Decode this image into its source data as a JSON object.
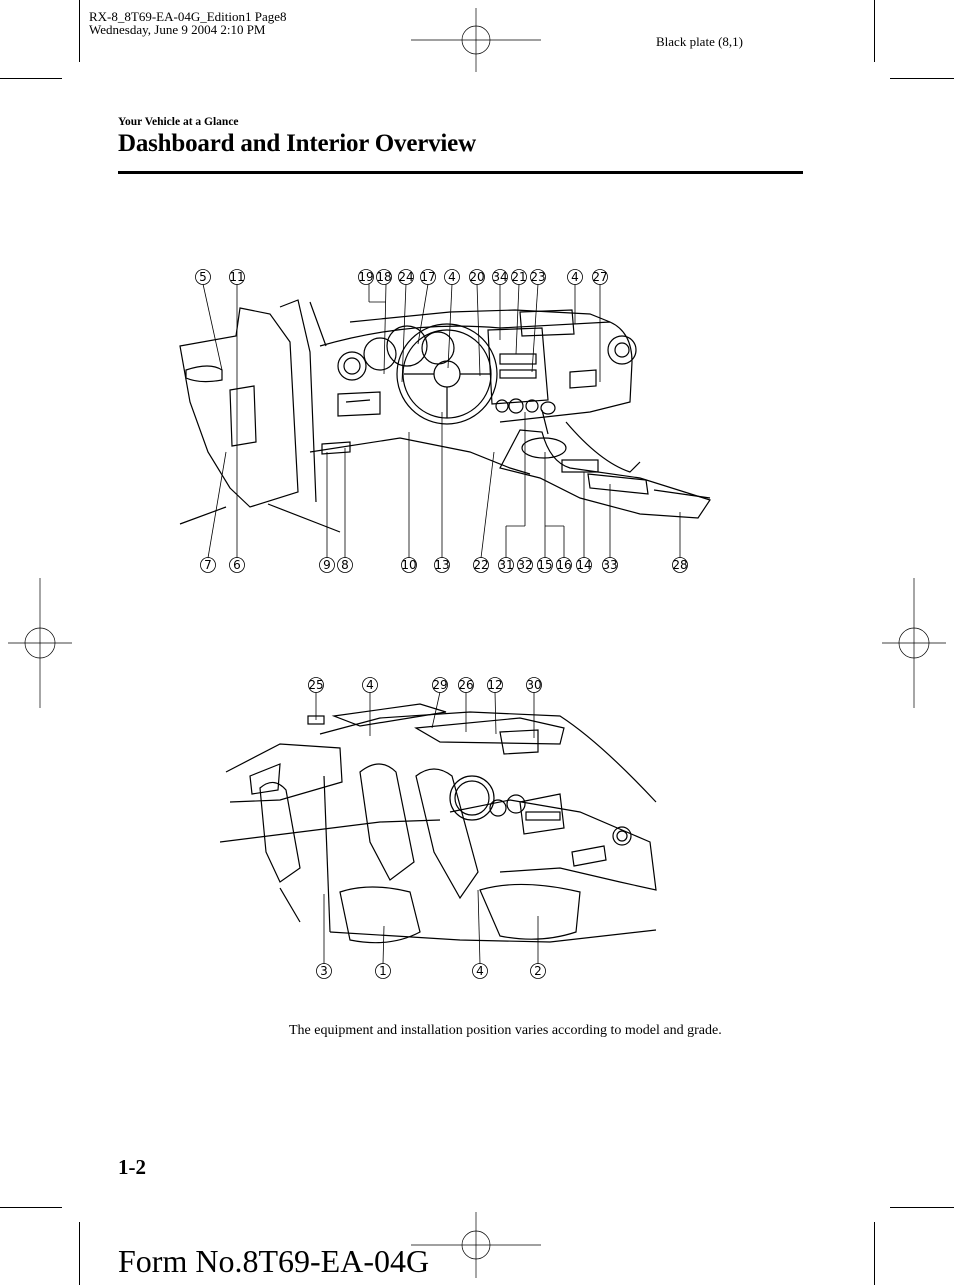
{
  "header": {
    "file_line1": "RX-8_8T69-EA-04G_Edition1 Page8",
    "file_line2": "Wednesday, June 9 2004 2:10 PM",
    "plate": "Black plate (8,1)"
  },
  "section_label": "Your Vehicle at a Glance",
  "page_title": "Dashboard and Interior Overview",
  "figure_top": {
    "callouts_top": [
      "5",
      "11",
      "19",
      "18",
      "24",
      "17",
      "4",
      "20",
      "34",
      "21",
      "23",
      "4",
      "27"
    ],
    "callouts_bottom": [
      "7",
      "6",
      "9",
      "8",
      "10",
      "13",
      "22",
      "31",
      "32",
      "15",
      "16",
      "14",
      "33",
      "28"
    ]
  },
  "figure_bottom": {
    "callouts_top": [
      "25",
      "4",
      "29",
      "26",
      "12",
      "30"
    ],
    "callouts_bottom": [
      "3",
      "1",
      "4",
      "2"
    ]
  },
  "caption": "The equipment and installation position varies according to model and grade.",
  "page_number": "1-2",
  "form_number": "Form No.8T69-EA-04G"
}
